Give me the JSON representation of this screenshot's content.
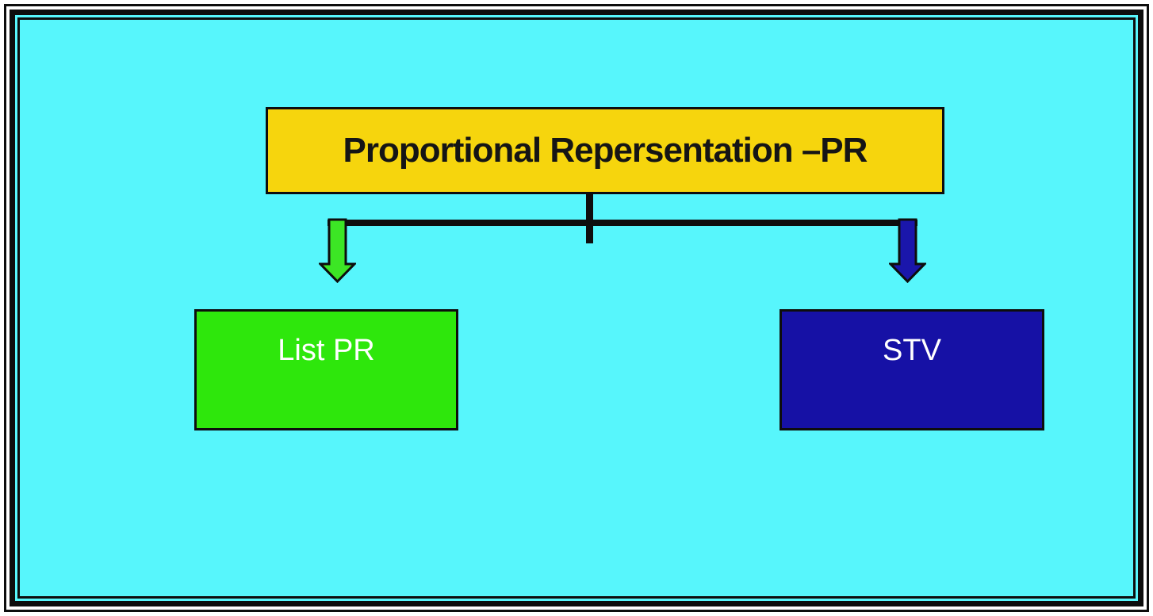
{
  "frame": {
    "outer_background": "#FFFFFF",
    "border_color": "#0D0D0D",
    "background": "#57F6FC"
  },
  "root": {
    "label": "Proportional Repersentation –PR",
    "background": "#F6D50D",
    "text_color": "#151515"
  },
  "connector": {
    "color": "#0E0E0E"
  },
  "nodes": [
    {
      "label": "List PR",
      "background": "#2EE70C",
      "arrow_color": "#3CE625",
      "text_color": "#FFFFFF"
    },
    {
      "label": "STV",
      "background": "#1611A5",
      "arrow_color": "#1A16AB",
      "text_color": "#FFFFFF"
    }
  ]
}
